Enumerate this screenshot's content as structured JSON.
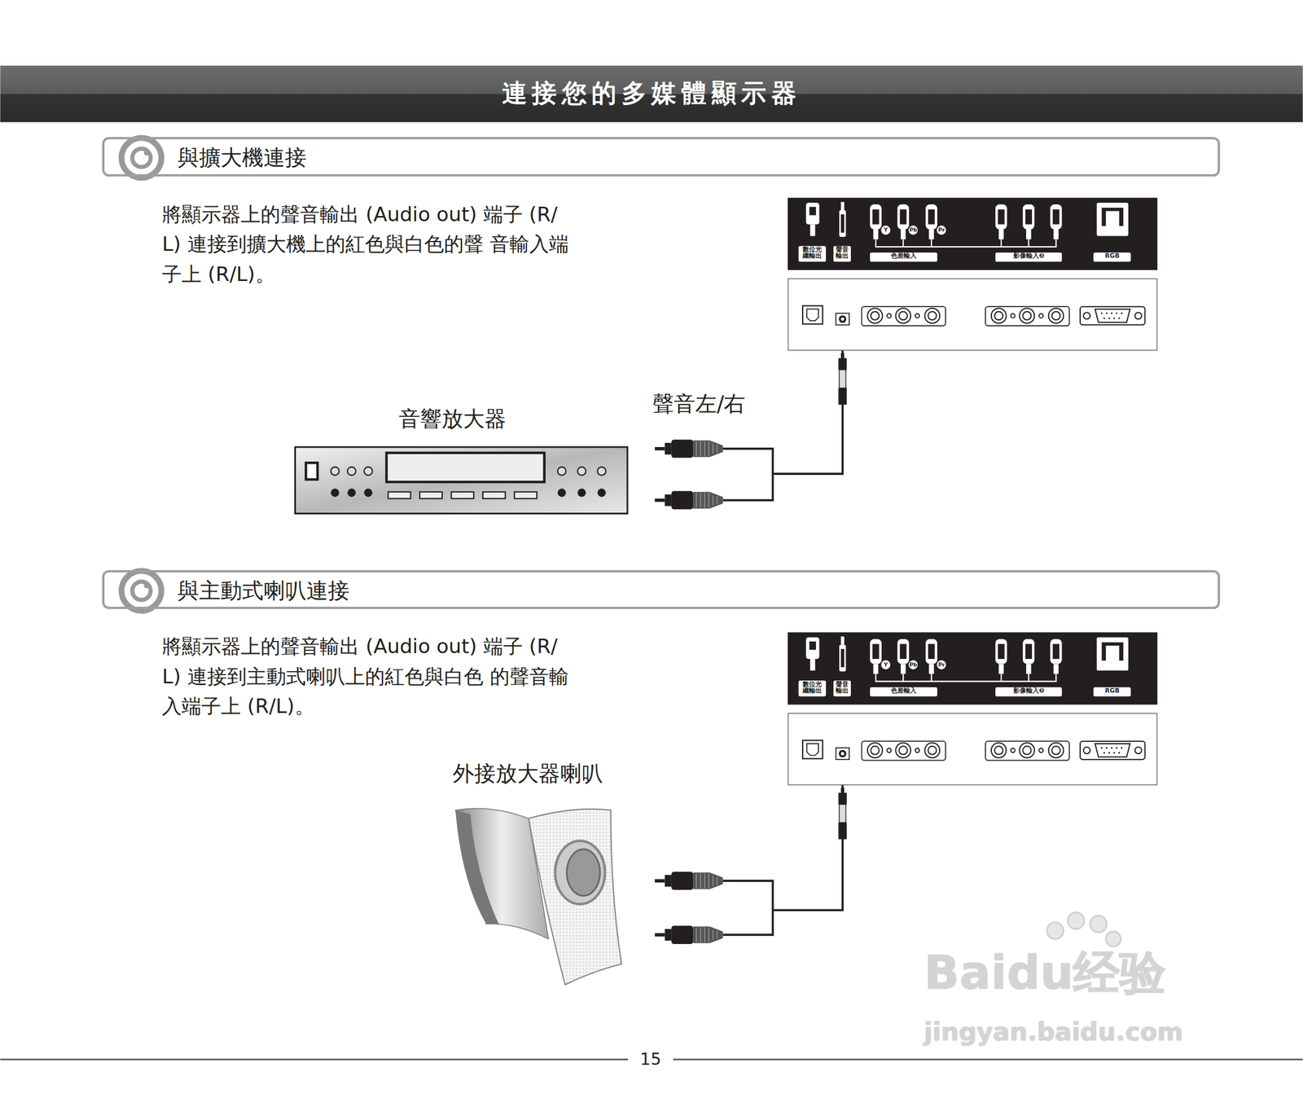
{
  "diagram": {
    "title": "連接您的多媒體顯示器",
    "nodes": [
      {
        "text": [
          "與擴大機連接"
        ]
      },
      {
        "text": [
          "數位光 纖輸出",
          "聲音 輸出",
          "色差輸入",
          "影像輸入❷",
          "RGB",
          "Y",
          "Pb",
          "Pr"
        ]
      },
      {
        "text": [
          "音響放大器"
        ]
      },
      {
        "text": [
          "與主動式喇叭連接"
        ]
      },
      {
        "text": [
          "數位光 纖輸出",
          "聲音 輸出",
          "色差輸入",
          "影像輸入❷",
          "RGB",
          "Y",
          "Pb",
          "Pr"
        ]
      },
      {
        "text": [
          "外接放大器喇叭"
        ]
      }
    ],
    "edges": [
      {
        "from": 1,
        "to": 2,
        "arrow": "none",
        "label": "聲音左/右"
      },
      {
        "from": 4,
        "to": 5,
        "arrow": "none"
      }
    ],
    "labels": [
      "將顯示器上的聲音輸出 (Audio out) 端子 (R/L) 連接到擴大機上的紅色與白色的聲 音輸入端子上 (R/L)。",
      "將顯示器上的聲音輸出 (Audio out) 端子 (R/L) 連接到主動式喇叭上的紅色與白色 的聲音輸入端子上 (R/L)。",
      "15",
      "Baidu经验",
      "jingyan.baidu.com"
    ]
  }
}
